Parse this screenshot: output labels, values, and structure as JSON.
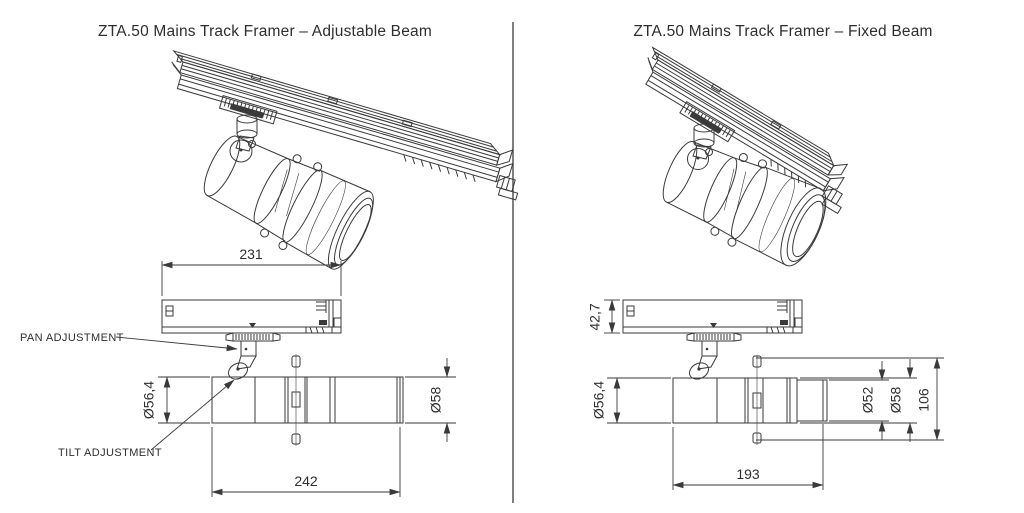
{
  "colors": {
    "line": "#3a3a3a",
    "text": "#2e2e2e",
    "divider": "#555555",
    "background": "#ffffff"
  },
  "left_panel": {
    "title": "ZTA.50 Mains Track Framer – Adjustable Beam",
    "callouts": {
      "pan_adjustment": "PAN ADJUSTMENT",
      "tilt_adjustment": "TILT ADJUSTMENT"
    },
    "dimensions": {
      "track_length_mm": "231",
      "body_length_mm": "242",
      "body_diameter_mm": "Ø56,4",
      "front_diameter_mm": "Ø58"
    }
  },
  "right_panel": {
    "title": "ZTA.50 Mains Track Framer – Fixed Beam",
    "dimensions": {
      "track_height_mm": "42,7",
      "body_diameter_mm": "Ø56,4",
      "rear_section_diameter_mm": "Ø52",
      "front_diameter_mm": "Ø58",
      "overall_height_mm": "106",
      "body_length_mm": "193"
    }
  }
}
